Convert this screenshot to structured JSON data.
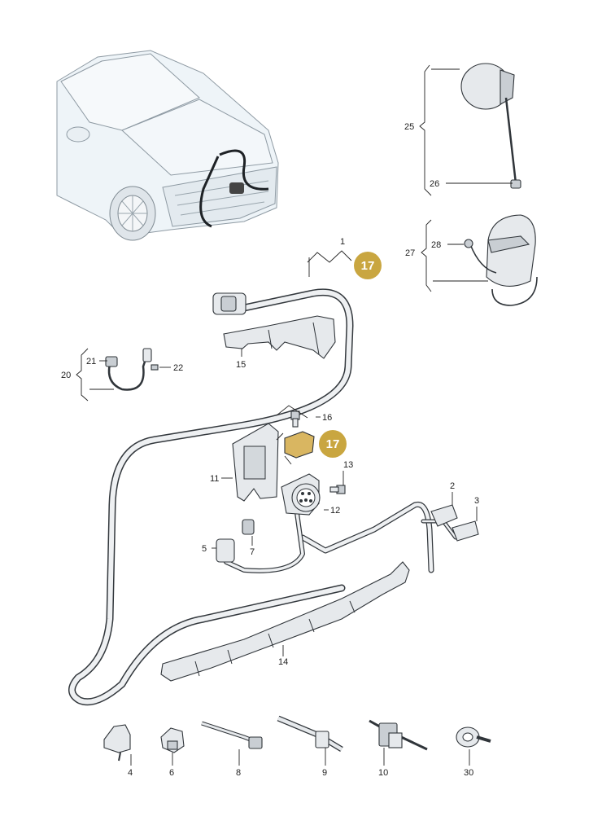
{
  "colors": {
    "badge_fill": "#c9a640",
    "harness_outline": "#33383d",
    "harness_fill": "#eef0f2",
    "part_fill": "#e6e9ec",
    "car_fill": "#eef4f8"
  },
  "badges": [
    {
      "id": "badge-17-top",
      "text": "17"
    },
    {
      "id": "badge-17-mid",
      "text": "17"
    }
  ],
  "labels": {
    "l1": "1",
    "l2": "2",
    "l3": "3",
    "l4": "4",
    "l5": "5",
    "l6": "6",
    "l7": "7",
    "l8": "8",
    "l9": "9",
    "l10": "10",
    "l11": "11",
    "l12": "12",
    "l13": "13",
    "l14": "14",
    "l15": "15",
    "l16": "16",
    "l20": "20",
    "l21": "21",
    "l22": "22",
    "l25": "25",
    "l26": "26",
    "l27": "27",
    "l28": "28",
    "l30": "30"
  },
  "icons": [
    "car-front-icon",
    "charging-socket-icon",
    "wiring-harness-icon",
    "socket-cover-icon",
    "clip-icon",
    "cable-tie-icon"
  ]
}
